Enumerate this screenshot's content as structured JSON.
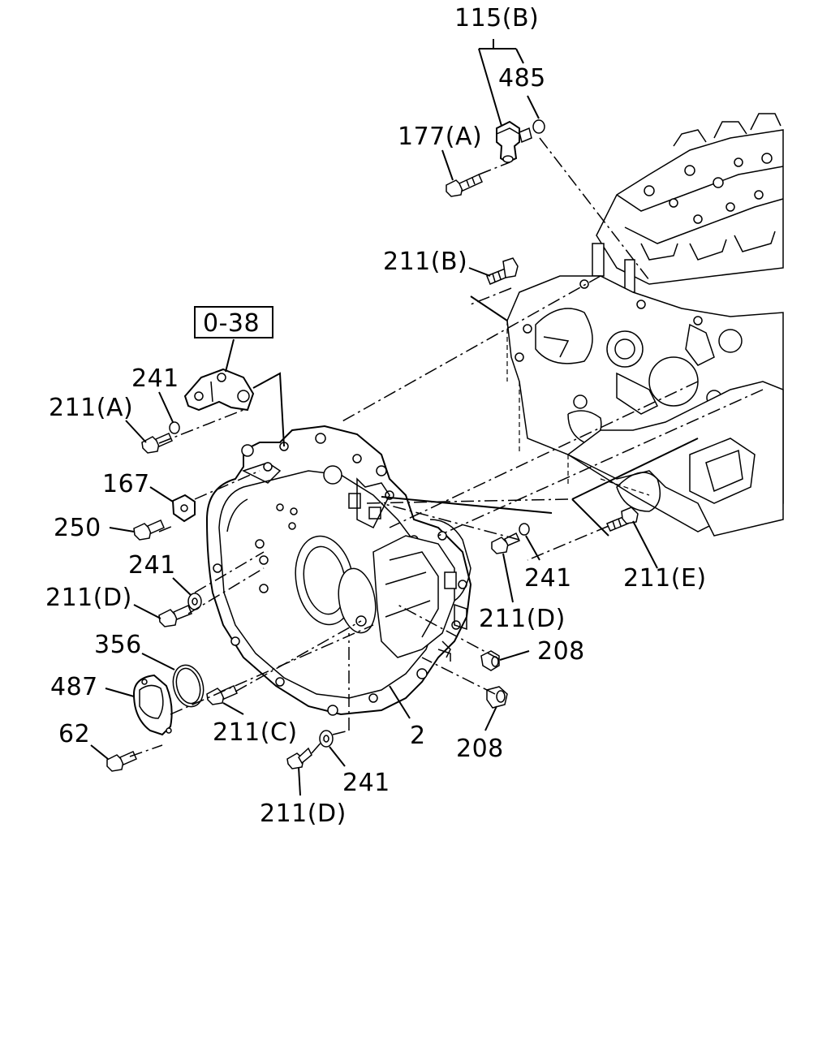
{
  "labels": {
    "l115b": "115(B)",
    "l485": "485",
    "l177a": "177(A)",
    "l211b": "211(B)",
    "l038": "0-38",
    "l241a": "241",
    "l211a": "211(A)",
    "l167": "167",
    "l250": "250",
    "l241b": "241",
    "l211d1": "211(D)",
    "l356": "356",
    "l487": "487",
    "l62": "62",
    "l211c": "211(C)",
    "l241c": "241",
    "l211d2": "211(D)",
    "l2": "2",
    "l208a": "208",
    "l208b": "208",
    "l211d3": "211(D)",
    "l241d": "241",
    "l211e": "211(E)"
  }
}
